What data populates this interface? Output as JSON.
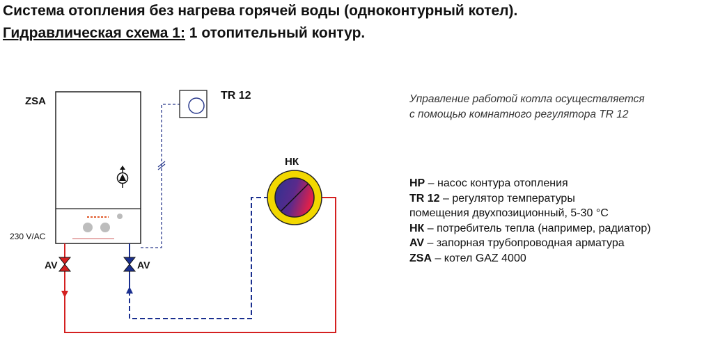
{
  "title": {
    "line1": "Система отопления без нагрева горячей воды (одноконтурный котел).",
    "line2_prefix": "Гидравлическая схема 1:",
    "line2_rest": " 1 отопительный контур."
  },
  "labels": {
    "boiler": "ZSA",
    "regulator": "TR 12",
    "consumer": "НК",
    "power": "230 V/AC",
    "valve_left": "AV",
    "valve_right": "AV"
  },
  "note": {
    "line1": "Управление работой котла осуществляется",
    "line2": "с помощью комнатного регулятора TR 12"
  },
  "legend": [
    {
      "key": "НР",
      "text": " – насос контура отопления"
    },
    {
      "key": "TR 12",
      "text": " – регулятор температуры"
    },
    {
      "key": "",
      "text": "помещения двухпозиционный, 5-30 °C"
    },
    {
      "key": "НК",
      "text": " – потребитель тепла (например, радиатор)"
    },
    {
      "key": "AV",
      "text": " – запорная трубопроводная арматура"
    },
    {
      "key": "ZSA",
      "text": " – котел GAZ 4000"
    }
  ],
  "colors": {
    "supply": "#d42020",
    "return": "#1a2f8f",
    "radiator_ring": "#f2d800",
    "control_line": "#2a3a8c"
  }
}
